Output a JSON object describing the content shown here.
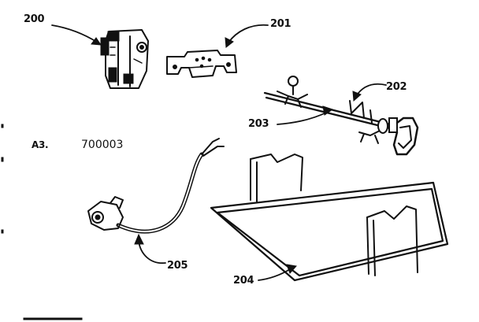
{
  "parts": [
    {
      "id": "part-200",
      "number": "200"
    },
    {
      "id": "part-201",
      "number": "201"
    },
    {
      "id": "part-202",
      "number": "202"
    },
    {
      "id": "part-203",
      "number": "203"
    },
    {
      "id": "part-204",
      "number": "204"
    },
    {
      "id": "part-205",
      "number": "205"
    }
  ],
  "assembly": {
    "prefix": "A3.",
    "code": "700003"
  }
}
